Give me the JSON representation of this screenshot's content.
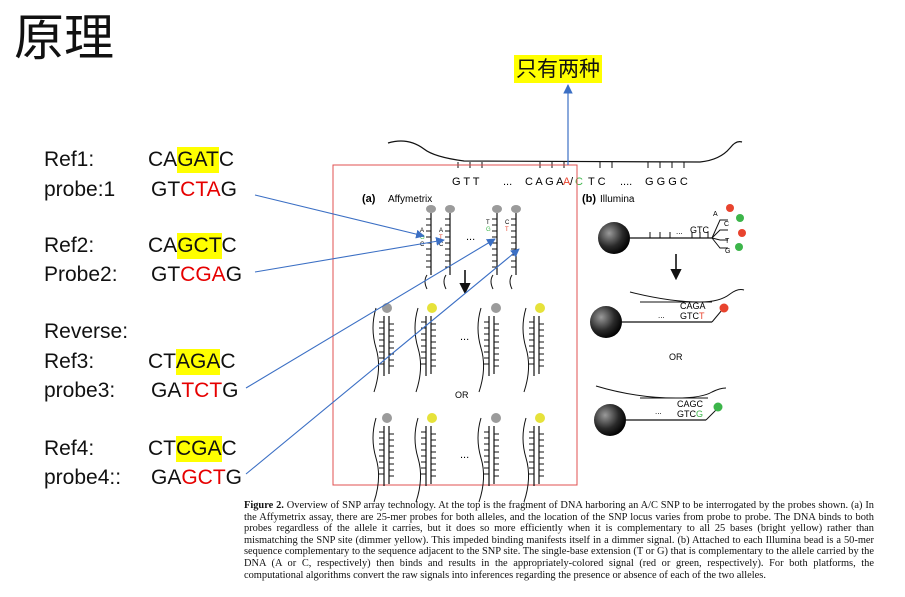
{
  "slide": {
    "title": "原理",
    "callout": "只有两种"
  },
  "probes": [
    {
      "label": "Ref1:",
      "seq": [
        [
          "CA",
          ""
        ],
        [
          "GAT",
          "hl"
        ],
        [
          "C",
          ""
        ]
      ]
    },
    {
      "label": "probe:1",
      "seq": [
        [
          "GT",
          ""
        ],
        [
          "CTA",
          "red"
        ],
        [
          "G",
          ""
        ]
      ]
    },
    {
      "label": "Ref2:",
      "seq": [
        [
          "CA",
          ""
        ],
        [
          "GCT",
          "hl"
        ],
        [
          "C",
          ""
        ]
      ]
    },
    {
      "label": "Probe2:",
      "seq": [
        [
          "GT",
          ""
        ],
        [
          "CGA",
          "red"
        ],
        [
          "G",
          ""
        ]
      ]
    },
    {
      "label": "Reverse:",
      "seq": []
    },
    {
      "label": "Ref3:",
      "seq": [
        [
          "CT",
          ""
        ],
        [
          "AGA",
          "hl"
        ],
        [
          "C",
          ""
        ]
      ]
    },
    {
      "label": "probe3:",
      "seq": [
        [
          "GA",
          ""
        ],
        [
          "TCT",
          "red"
        ],
        [
          "G",
          ""
        ]
      ]
    },
    {
      "label": "Ref4:",
      "seq": [
        [
          "CT",
          ""
        ],
        [
          "CGA",
          "hl"
        ],
        [
          "C",
          ""
        ]
      ]
    },
    {
      "label": "probe4::",
      "seq": [
        [
          "GA",
          ""
        ],
        [
          "GCT",
          "red"
        ],
        [
          "G",
          ""
        ]
      ]
    }
  ],
  "figure": {
    "top_seq_left": "G T T",
    "top_seq_dots": "...",
    "top_seq_mid": "C A G A",
    "top_seq_snp_a": "A",
    "top_seq_slash": "/",
    "top_seq_snp_c": "C",
    "top_seq_right": "T C",
    "top_seq_dots2": "....",
    "top_seq_end": "G G G C",
    "panel_a_tag": "(a)",
    "panel_a_name": "Affymetrix",
    "panel_b_tag": "(b)",
    "panel_b_name": "Illumina",
    "or_label": "OR",
    "ellipsis": "...",
    "illumina_gtc": "GTC",
    "illumina_caga": "CAGA",
    "illumina_gtct": "GTC",
    "illumina_t": "T",
    "illumina_cagc": "CAGC",
    "illumina_gtcg": "GTC",
    "illumina_g": "G",
    "base_a": "A",
    "base_c": "C",
    "base_t": "T",
    "base_g": "G",
    "colors": {
      "red": "#e8432e",
      "green": "#3cb54a",
      "yellow": "#e6e23a",
      "grey": "#9b9b9b",
      "frame": "#e05050",
      "arrow": "#3b6fc4"
    }
  },
  "caption": {
    "heading": "Figure 2.",
    "text": " Overview of SNP array technology. At the top is the fragment of DNA harboring an A/C SNP to be interrogated by the probes shown. (a) In the Affymetrix assay, there are 25-mer probes for both alleles, and the location of the SNP locus varies from probe to probe. The DNA binds to both probes regardless of the allele it carries, but it does so more efficiently when it is complementary to all 25 bases (bright yellow) rather than mismatching the SNP site (dimmer yellow). This impeded binding manifests itself in a dimmer signal. (b) Attached to each Illumina bead is a 50-mer sequence complementary to the sequence adjacent to the SNP site. The single-base extension (T or G) that is complementary to the allele carried by the DNA (A or C, respectively) then binds and results in the appropriately-colored signal (red or green, respectively). For both platforms, the computational algorithms convert the raw signals into inferences regarding the presence or absence of each of the two alleles."
  }
}
